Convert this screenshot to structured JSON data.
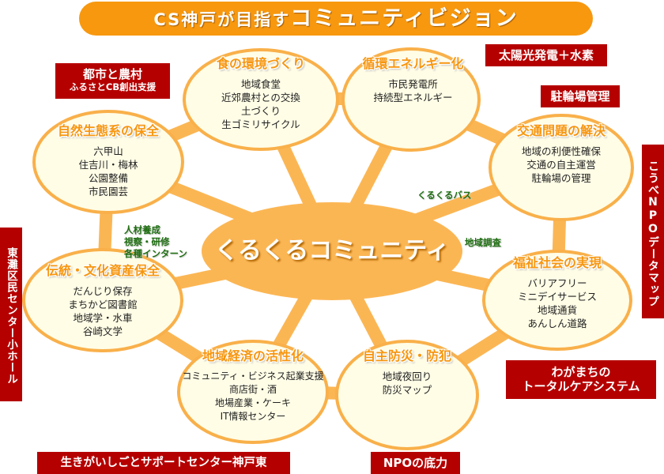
{
  "title": {
    "prefix": "CS神戸が目指す",
    "main": "コミュニティビジョン"
  },
  "center": "くるくるコミュニティ",
  "nodes": [
    {
      "title": "食の環境づくり",
      "items": [
        "地域食堂",
        "近郊農村との交換",
        "土づくり",
        "生ゴミリサイクル"
      ]
    },
    {
      "title": "循環エネルギー化",
      "items": [
        "市民発電所",
        "持続型エネルギー"
      ]
    },
    {
      "title": "自然生態系の保全",
      "items": [
        "六甲山",
        "住吉川・梅林",
        "公園整備",
        "市民園芸"
      ]
    },
    {
      "title": "交通問題の解決",
      "items": [
        "地域の利便性確保",
        "交通の自主運営",
        "駐輪場の管理"
      ]
    },
    {
      "title": "伝統・文化資産保全",
      "items": [
        "だんじり保存",
        "まちかど図書館",
        "地域学・水車",
        "谷崎文学"
      ]
    },
    {
      "title": "福祉社会の実現",
      "items": [
        "バリアフリー",
        "ミニデイサービス",
        "地域通貨",
        "あんしん道路"
      ]
    },
    {
      "title": "地域経済の活性化",
      "items": [
        "コミュニティ・ビジネス起業支援",
        "商店街・酒",
        "地場産業・ケーキ",
        "IT情報センター"
      ]
    },
    {
      "title": "自主防災・防犯",
      "items": [
        "地域夜回り",
        "防災マップ"
      ]
    }
  ],
  "labels": {
    "bus": "くるくるバス",
    "survey": "地域調査",
    "training": [
      "人材養成",
      "視察・研修",
      "各種インターン"
    ]
  },
  "boxes": {
    "urban_rural": [
      "都市と農村",
      "ふるさとCB創出支援"
    ],
    "solar": "太陽光発電＋水素",
    "bike": "駐輪場管理",
    "npo_map": "こうべNPOデータマップ",
    "higashinada": "東灘区民センター小ホール",
    "care": [
      "わがまちの",
      "トータルケアシステム"
    ],
    "ikigai": "生きがいしごとサポートセンター神戸東",
    "npo_power": "NPOの底力"
  },
  "colors": {
    "banner": "#f7980f",
    "connector": "#fbb654",
    "ellipse_fill": "#fffde6",
    "red": "#b50000",
    "green": "#1f6e12"
  }
}
